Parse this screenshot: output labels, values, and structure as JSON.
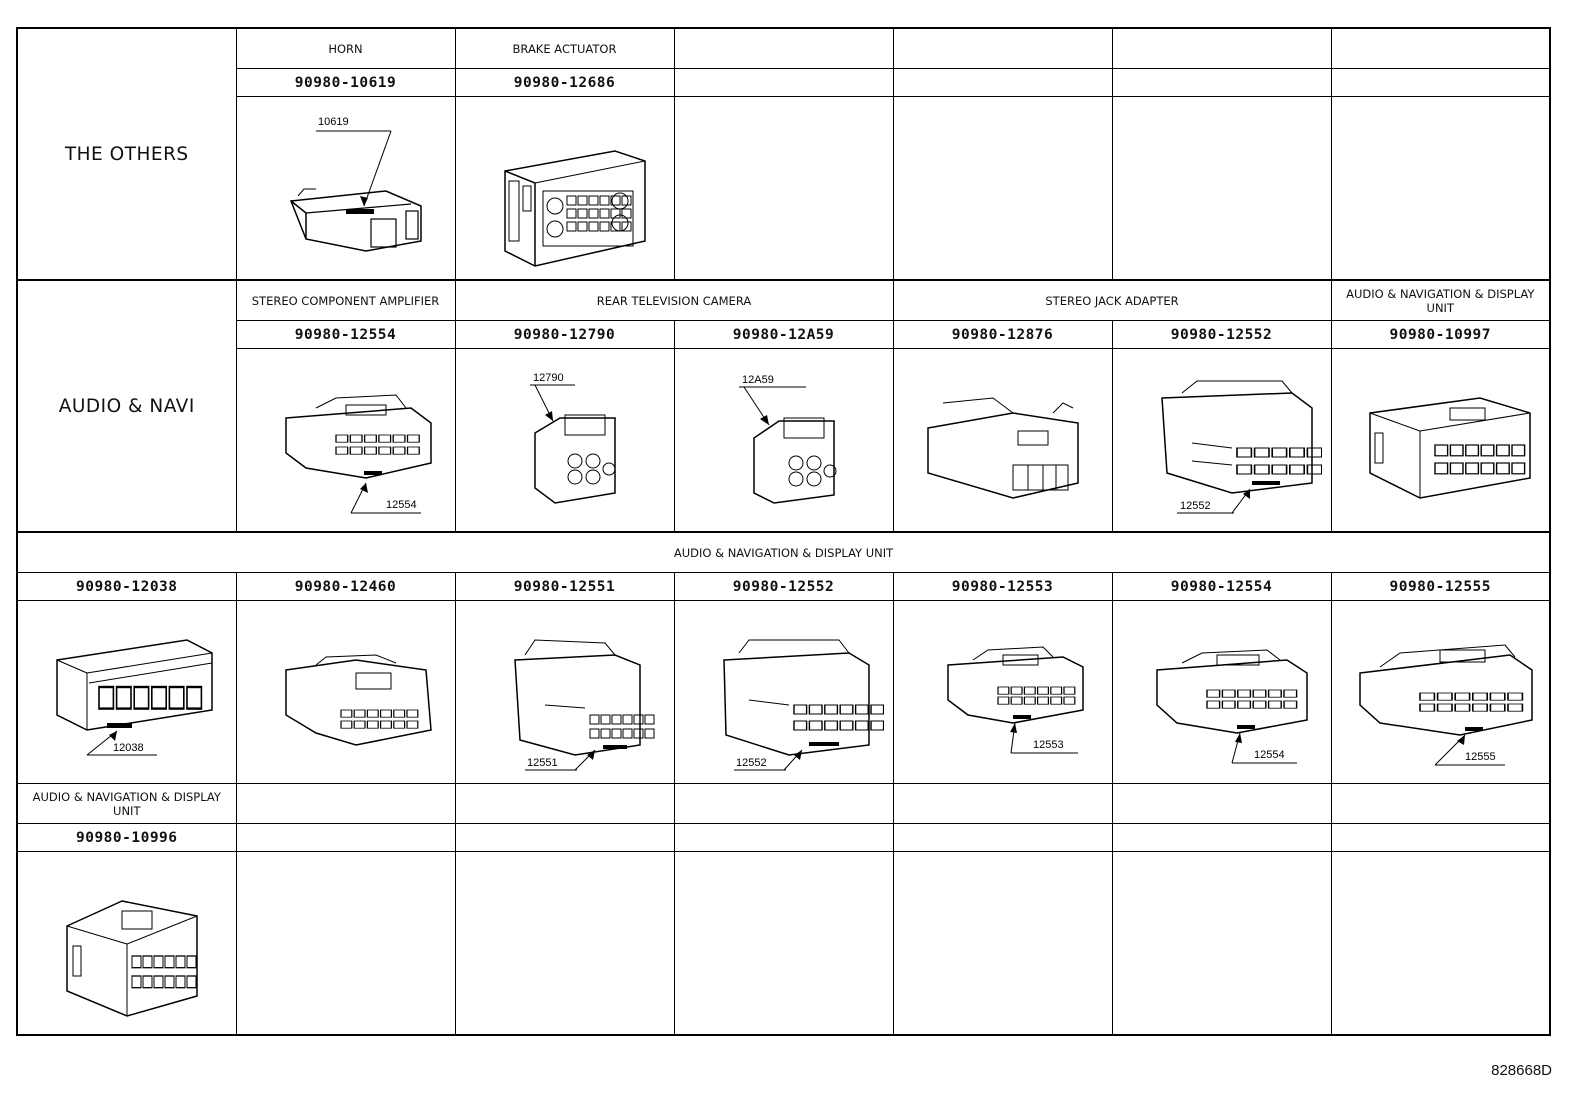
{
  "sections": {
    "the_others": {
      "category": "THE OTHERS",
      "items": [
        {
          "name": "HORN",
          "part": "90980-10619",
          "label": "10619"
        },
        {
          "name": "BRAKE ACTUATOR",
          "part": "90980-12686",
          "label": ""
        }
      ]
    },
    "audio_navi": {
      "category": "AUDIO & NAVI",
      "headers": [
        "STEREO COMPONENT AMPLIFIER",
        "REAR TELEVISION CAMERA",
        "STEREO JACK ADAPTER",
        "AUDIO & NAVIGATION & DISPLAY UNIT"
      ],
      "items": [
        {
          "part": "90980-12554",
          "label": "12554"
        },
        {
          "part": "90980-12790",
          "label": "12790"
        },
        {
          "part": "90980-12A59",
          "label": "12A59"
        },
        {
          "part": "90980-12876",
          "label": ""
        },
        {
          "part": "90980-12552",
          "label": "12552"
        },
        {
          "part": "90980-10997",
          "label": ""
        }
      ]
    },
    "audio_nav_display": {
      "header": "AUDIO & NAVIGATION & DISPLAY UNIT",
      "items": [
        {
          "part": "90980-12038",
          "label": "12038"
        },
        {
          "part": "90980-12460",
          "label": ""
        },
        {
          "part": "90980-12551",
          "label": "12551"
        },
        {
          "part": "90980-12552",
          "label": "12552"
        },
        {
          "part": "90980-12553",
          "label": "12553"
        },
        {
          "part": "90980-12554",
          "label": "12554"
        },
        {
          "part": "90980-12555",
          "label": "12555"
        }
      ]
    },
    "last_row": {
      "header": "AUDIO & NAVIGATION & DISPLAY UNIT",
      "part": "90980-10996"
    }
  },
  "drawing_code": "828668D"
}
